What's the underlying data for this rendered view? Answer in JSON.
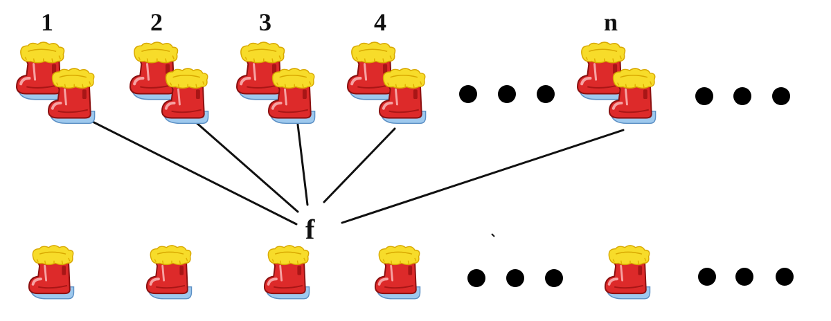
{
  "diagram": {
    "pair_labels": [
      "1",
      "2",
      "3",
      "4",
      "n"
    ],
    "function_label": "f",
    "mapped_pairs": 5,
    "single_boots": 5,
    "colors": {
      "boot": "#dd2a2a",
      "boot_dark": "#a81616",
      "boot_highlight": "#f6a3a3",
      "fur": "#f7dc2a",
      "fur_dark": "#d8a800",
      "sole": "#9ec9ee",
      "sole_edge": "#5b8fc4",
      "line": "#111111",
      "dot": "#000000"
    },
    "icons": [
      "boot-pair-icon",
      "boot-icon",
      "ellipsis-dots"
    ]
  }
}
